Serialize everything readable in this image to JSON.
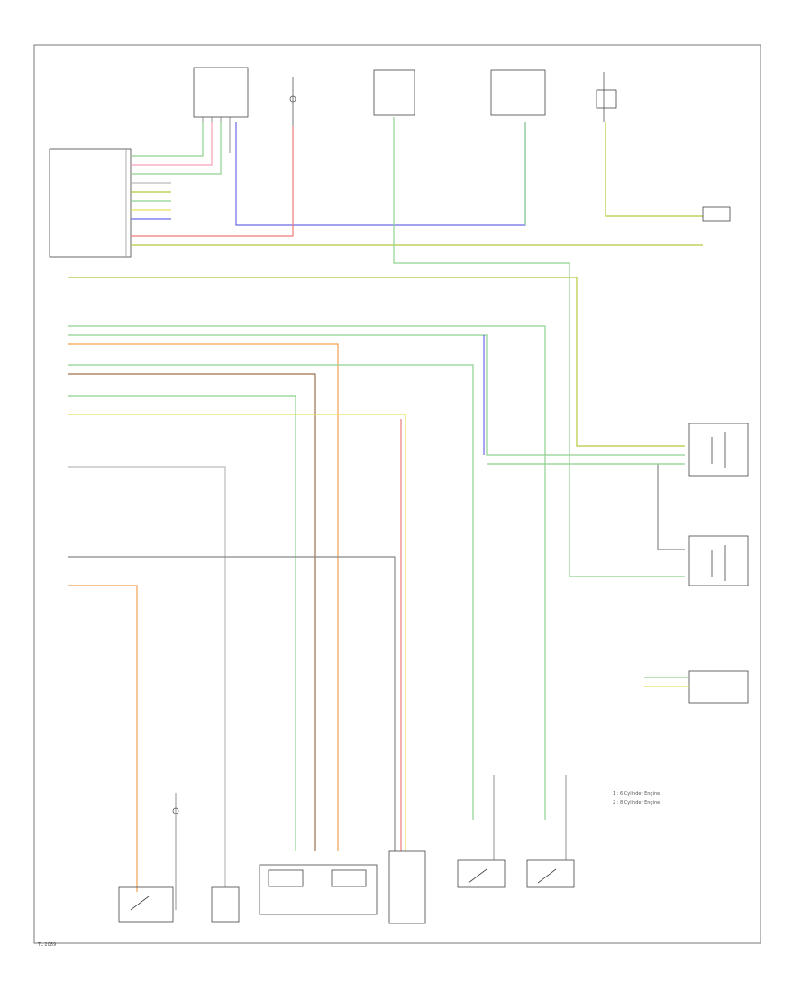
{
  "colors": {
    "background": "#ffffff",
    "frame": "#777777",
    "wire_green": "#8fd18f",
    "wire_yellow_green": "#b9c83a",
    "wire_red": "#f07a7a",
    "wire_pink": "#f5a0b5",
    "wire_blue": "#6a6ae8",
    "wire_orange": "#f5a050",
    "wire_brown": "#a0704a",
    "wire_gray": "#888888",
    "wire_light_gray": "#bbbbbb",
    "wire_yellow": "#e8e060"
  },
  "footer": {
    "page_code": "TL 2089"
  },
  "legend": {
    "items": [
      "1 : 6 Cylinder Engine",
      "2 : 8 Cylinder Engine"
    ]
  }
}
